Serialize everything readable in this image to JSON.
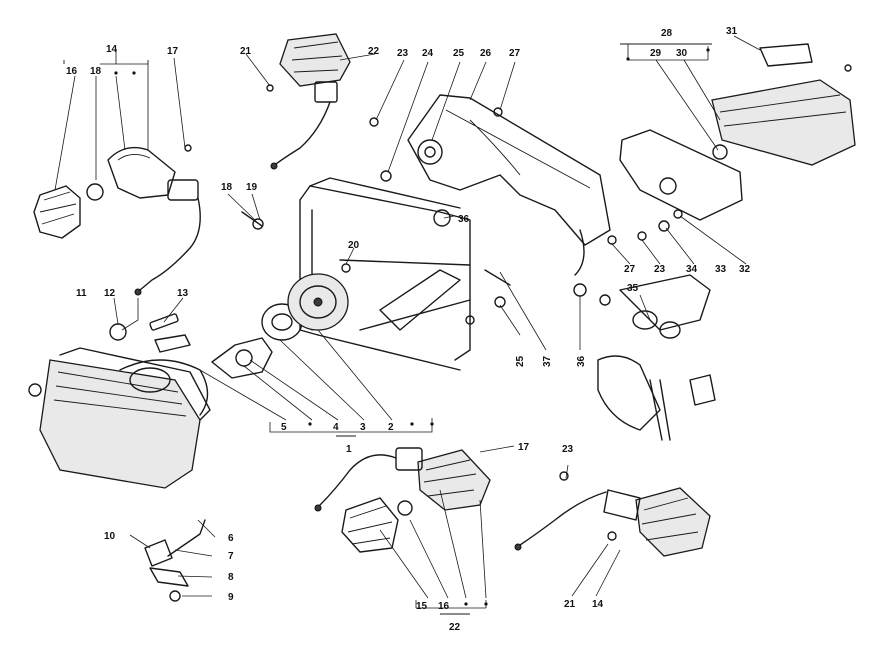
{
  "callouts": {
    "c1": "1",
    "c2": "2",
    "c3": "3",
    "c4": "4",
    "c5": "5",
    "c6": "6",
    "c7": "7",
    "c8": "8",
    "c9": "9",
    "c10": "10",
    "c11": "11",
    "c12": "12",
    "c13": "13",
    "c14a": "14",
    "c14b": "14",
    "c15": "15",
    "c16a": "16",
    "c16b": "16",
    "c17a": "17",
    "c17b": "17",
    "c18a": "18",
    "c18b": "18",
    "c19": "19",
    "c20": "20",
    "c21a": "21",
    "c21b": "21",
    "c22a": "22",
    "c22b": "22",
    "c23a": "23",
    "c23b": "23",
    "c23c": "23",
    "c24": "24",
    "c25a": "25",
    "c25b": "25",
    "c26": "26",
    "c27a": "27",
    "c27b": "27",
    "c28": "28",
    "c29": "29",
    "c30": "30",
    "c31": "31",
    "c32": "32",
    "c33": "33",
    "c34": "34",
    "c35": "35",
    "c36a": "36",
    "c36b": "36",
    "c37": "37"
  }
}
